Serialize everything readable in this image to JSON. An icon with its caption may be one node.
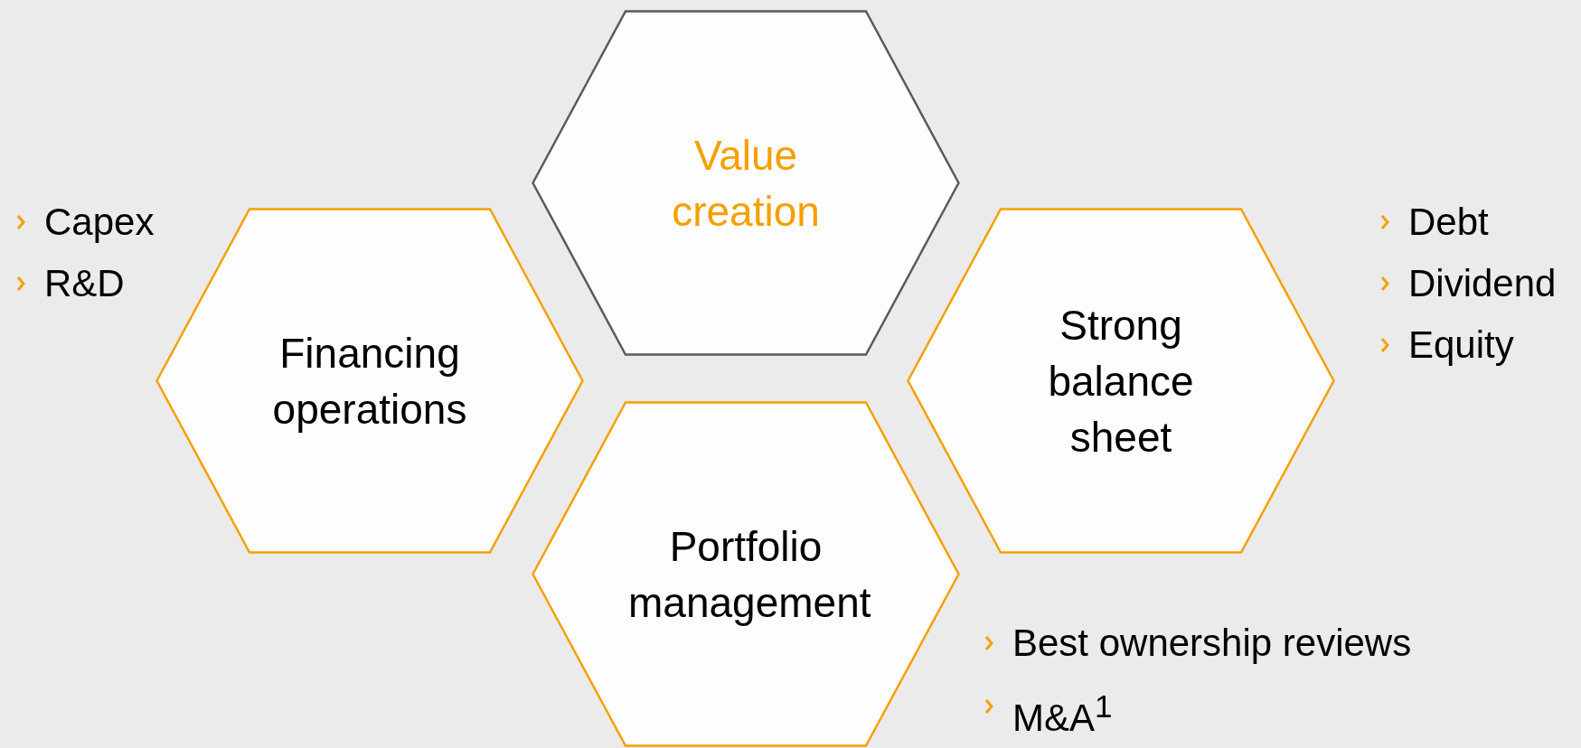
{
  "diagram": {
    "nodes": [
      {
        "text": [
          "Value creation"
        ]
      },
      {
        "text": [
          "Financing operations"
        ],
        "beside": [
          "Capex",
          "R&D"
        ]
      },
      {
        "text": [
          "Strong balance sheet"
        ],
        "beside": [
          "Debt",
          "Dividend",
          "Equity"
        ]
      },
      {
        "text": [
          "Portfolio management"
        ],
        "beside": [
          "Best ownership reviews",
          "M&A$^{1}$"
        ]
      }
    ]
  }
}
